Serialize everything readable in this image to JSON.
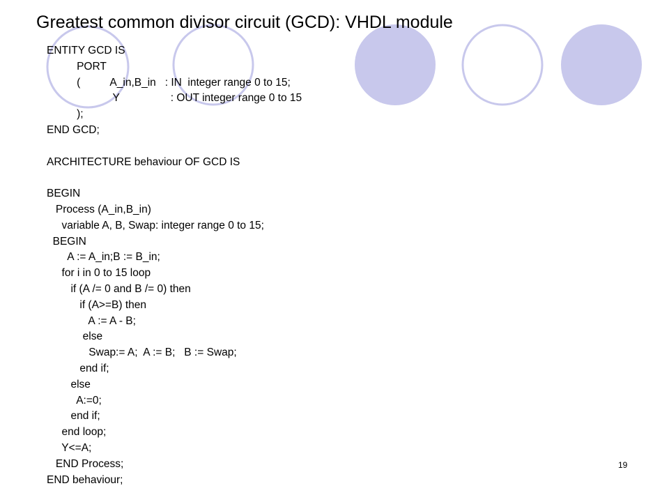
{
  "slide": {
    "title": "Greatest common divisor circuit (GCD): VHDL module",
    "page_number": "19",
    "colors": {
      "circle_fill": "#C8C8EC",
      "circle_outline": "#C8C8EC",
      "text": "#000000",
      "background": "#FFFFFF"
    }
  },
  "code": {
    "lines": [
      "ENTITY GCD IS",
      "          PORT",
      "          (          A_in,B_in   : IN  integer range 0 to 15;",
      "                      Y                 : OUT integer range 0 to 15",
      "          );",
      "END GCD;",
      "",
      "ARCHITECTURE behaviour OF GCD IS",
      "",
      "BEGIN",
      "   Process (A_in,B_in)",
      "     variable A, B, Swap: integer range 0 to 15;",
      "  BEGIN",
      "       A := A_in;B := B_in;",
      "     for i in 0 to 15 loop",
      "        if (A /= 0 and B /= 0) then",
      "           if (A>=B) then",
      "              A := A - B;",
      "            else",
      "              Swap:= A;  A := B;   B := Swap;",
      "           end if;",
      "        else",
      "          A:=0;",
      "        end if;",
      "     end loop;",
      "     Y<=A;",
      "   END Process;",
      "END behaviour;"
    ]
  }
}
